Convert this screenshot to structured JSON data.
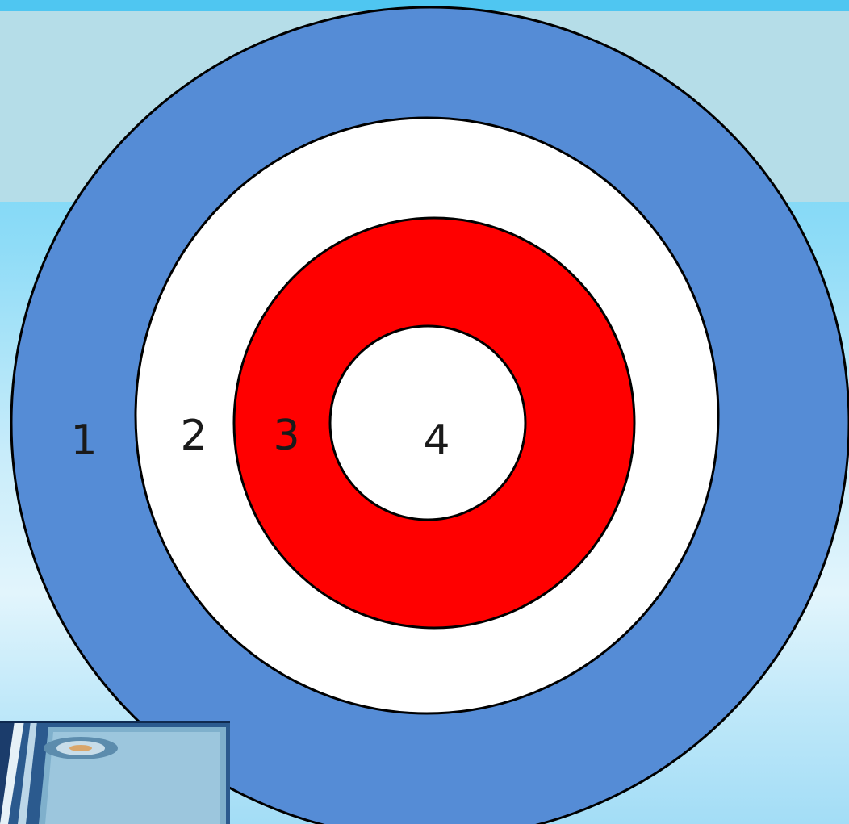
{
  "target": {
    "rings": [
      {
        "label": "1",
        "fill": "#558cd6",
        "label_color": "#1a1a1a"
      },
      {
        "label": "2",
        "fill": "#ffffff",
        "label_color": "#1a1a1a"
      },
      {
        "label": "3",
        "fill": "#ff0000",
        "label_color": "#1a1a1a"
      },
      {
        "label": "4",
        "fill": "#ffffff",
        "label_color": "#1a1a1a"
      }
    ],
    "outline_color": "#000000"
  },
  "background": {
    "top_band_color": "#4fc6f1",
    "header_panel_color": "#b5dde8"
  },
  "thumbnail": {
    "icon": "curling-sheet-image"
  }
}
